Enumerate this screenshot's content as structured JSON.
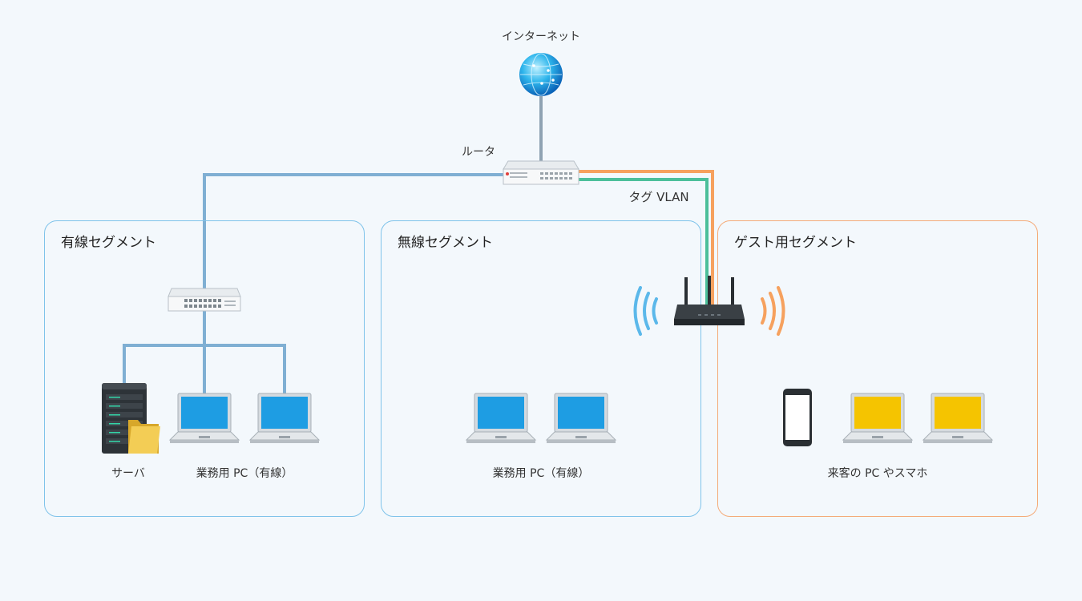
{
  "colors": {
    "background": "#f3f8fc",
    "wired_line": "#7fafd3",
    "guest_line": "#f6a15e",
    "vlan_line": "#4cbf9a",
    "wired_border": "#7fc3ea",
    "guest_border": "#f4ab79",
    "laptop_screen_blue": "#1e9de3",
    "laptop_screen_yellow": "#f5c400"
  },
  "internet": {
    "label": "インターネット",
    "icon": "globe-icon"
  },
  "router": {
    "label": "ルータ",
    "icon": "router-icon"
  },
  "vlan_label": "タグ VLAN",
  "segments": {
    "wired": {
      "title": "有線セグメント",
      "server_label": "サーバ",
      "pc_label": "業務用 PC（有線）"
    },
    "wireless": {
      "title": "無線セグメント",
      "pc_label": "業務用 PC（有線）"
    },
    "guest": {
      "title": "ゲスト用セグメント",
      "device_label": "来客の PC やスマホ"
    }
  }
}
